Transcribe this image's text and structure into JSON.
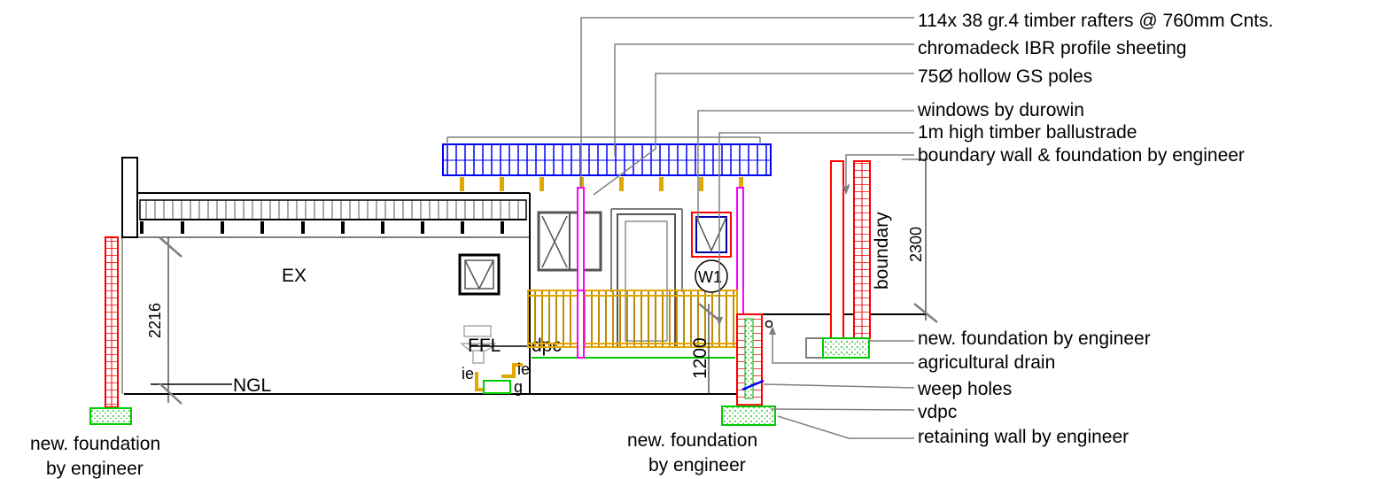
{
  "callouts": {
    "rafters": "114x 38 gr.4 timber rafters @ 760mm Cnts.",
    "sheeting": "chromadeck IBR profile sheeting",
    "poles": "75Ø hollow GS poles",
    "windows": "windows by durowin",
    "ballustrade": "1m high timber ballustrade",
    "boundary_wall": "boundary wall & foundation by engineer",
    "new_foundation_right": "new. foundation by engineer",
    "agri_drain": "agricultural drain",
    "weep_holes": "weep holes",
    "vdpc": "vdpc",
    "retaining_wall": "retaining wall by engineer"
  },
  "labels": {
    "ex": "EX",
    "ffl": "FFL",
    "dpc": "dpc",
    "ngl": "NGL",
    "ie_left": "ie",
    "ie_right": "ie",
    "g": "g",
    "w1": "W1",
    "boundary": "boundary"
  },
  "dimensions": {
    "left_height": "2216",
    "mid_height": "1200",
    "boundary_height": "2300"
  },
  "foundation_notes": {
    "left_line1": "new. foundation",
    "left_line2": "by engineer",
    "mid_line1": "new. foundation",
    "mid_line2": "by engineer"
  },
  "colors": {
    "roof_sheeting": "#0000ff",
    "brick": "#ff0000",
    "pole": "#ff00ff",
    "ballustrade": "#e0a800",
    "foundation": "#00cc00",
    "leader": "#808080"
  }
}
